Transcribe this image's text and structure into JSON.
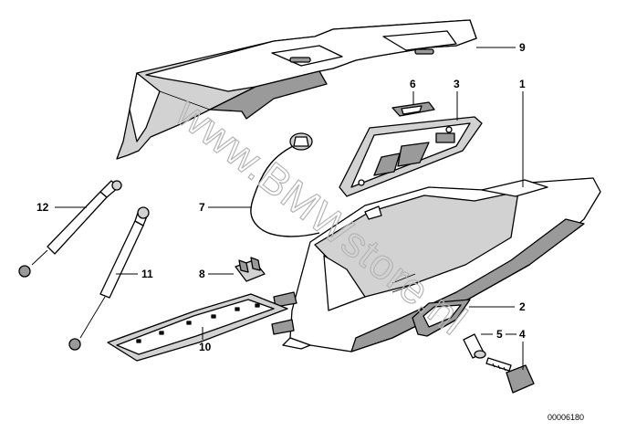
{
  "callouts": [
    "9",
    "6",
    "3",
    "1",
    "12",
    "7",
    "8",
    "11",
    "2",
    "5",
    "4",
    "10"
  ],
  "watermark": "www.BMWstore.nl",
  "reference_number": "00006180"
}
